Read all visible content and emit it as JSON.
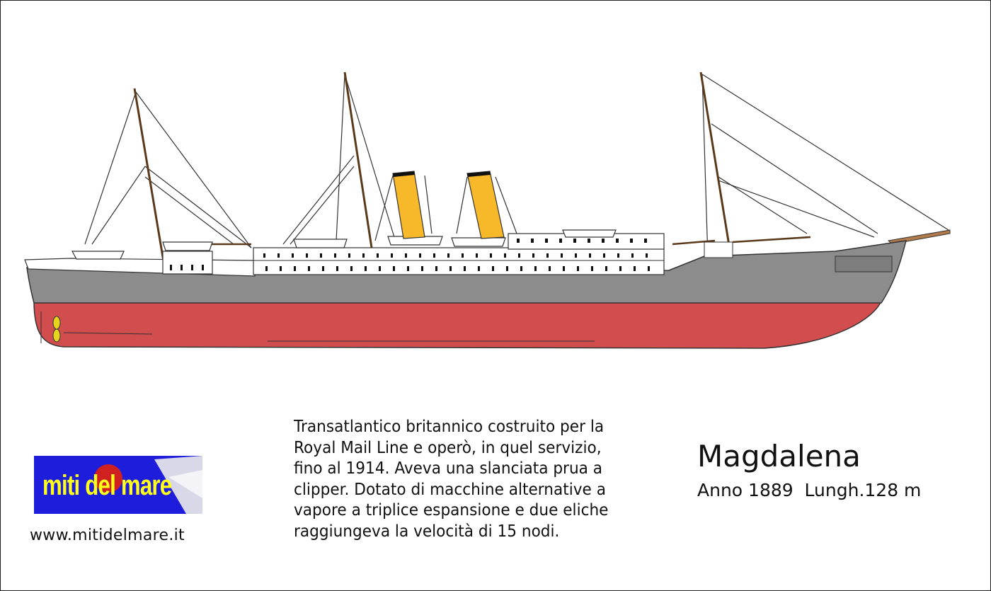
{
  "logo": {
    "text": "miti del mare"
  },
  "website": "www.mitidelmare.it",
  "description_lines": [
    "Transatlantico britannico costruito per la",
    "Royal Mail Line e operò, in quel servizio,",
    "fino al 1914. Aveva una slanciata prua a",
    "clipper. Dotato di macchine alternative a",
    "vapore a triplice espansione e due eliche",
    "raggiungeva la velocità di 15 nodi."
  ],
  "ship": {
    "name": "Magdalena",
    "specs": "Anno 1889  Lungh.128 m"
  },
  "colors": {
    "hull_upper": "#8c8c8c",
    "hull_lower": "#d24e4e",
    "funnel": "#f7b829",
    "funnel_top": "#111111",
    "mast": "#5a3a1a",
    "logo_bg": "#1d1ddb",
    "logo_text": "#ffff1a"
  }
}
